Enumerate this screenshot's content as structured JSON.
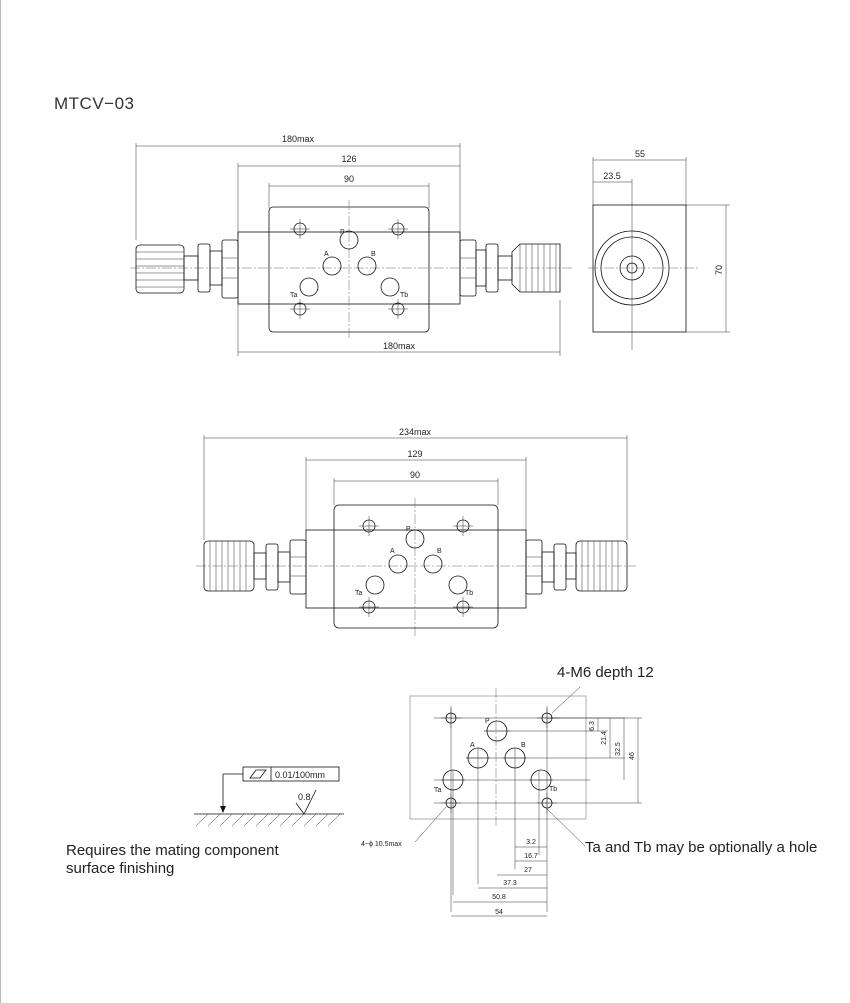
{
  "title": "MTCV−03",
  "top_view": {
    "dim_overall_top": "180max",
    "dim_body": "126",
    "dim_mount": "90",
    "dim_overall_bottom": "180max",
    "port_labels": {
      "p": "P",
      "a": "A",
      "b": "B",
      "ta": "Ta",
      "tb": "Tb"
    }
  },
  "side_view": {
    "dim_width": "55",
    "dim_offset": "23.5",
    "dim_height": "70"
  },
  "middle_view": {
    "dim_overall": "234max",
    "dim_body": "129",
    "dim_mount": "90",
    "port_labels": {
      "p": "P",
      "a": "A",
      "b": "B",
      "ta": "Ta",
      "tb": "Tb"
    }
  },
  "port_pattern": {
    "note_thread": "4-M6 depth 12",
    "note_optional": "Ta and Tb may be optionally a hole",
    "note_hole": "4−ϕ 10.5max",
    "port_labels": {
      "p": "P",
      "a": "A",
      "b": "B",
      "ta": "Ta",
      "tb": "Tb"
    },
    "vertical_dims": [
      "6.3",
      "21.4",
      "32.5",
      "46"
    ],
    "horizontal_dims": [
      "3.2",
      "16.7",
      "27",
      "37.3",
      "50.8",
      "54"
    ]
  },
  "surface": {
    "flatness": "0.01/100mm",
    "roughness": "0.8",
    "note_line1": "Requires the mating component",
    "note_line2": "surface finishing"
  }
}
